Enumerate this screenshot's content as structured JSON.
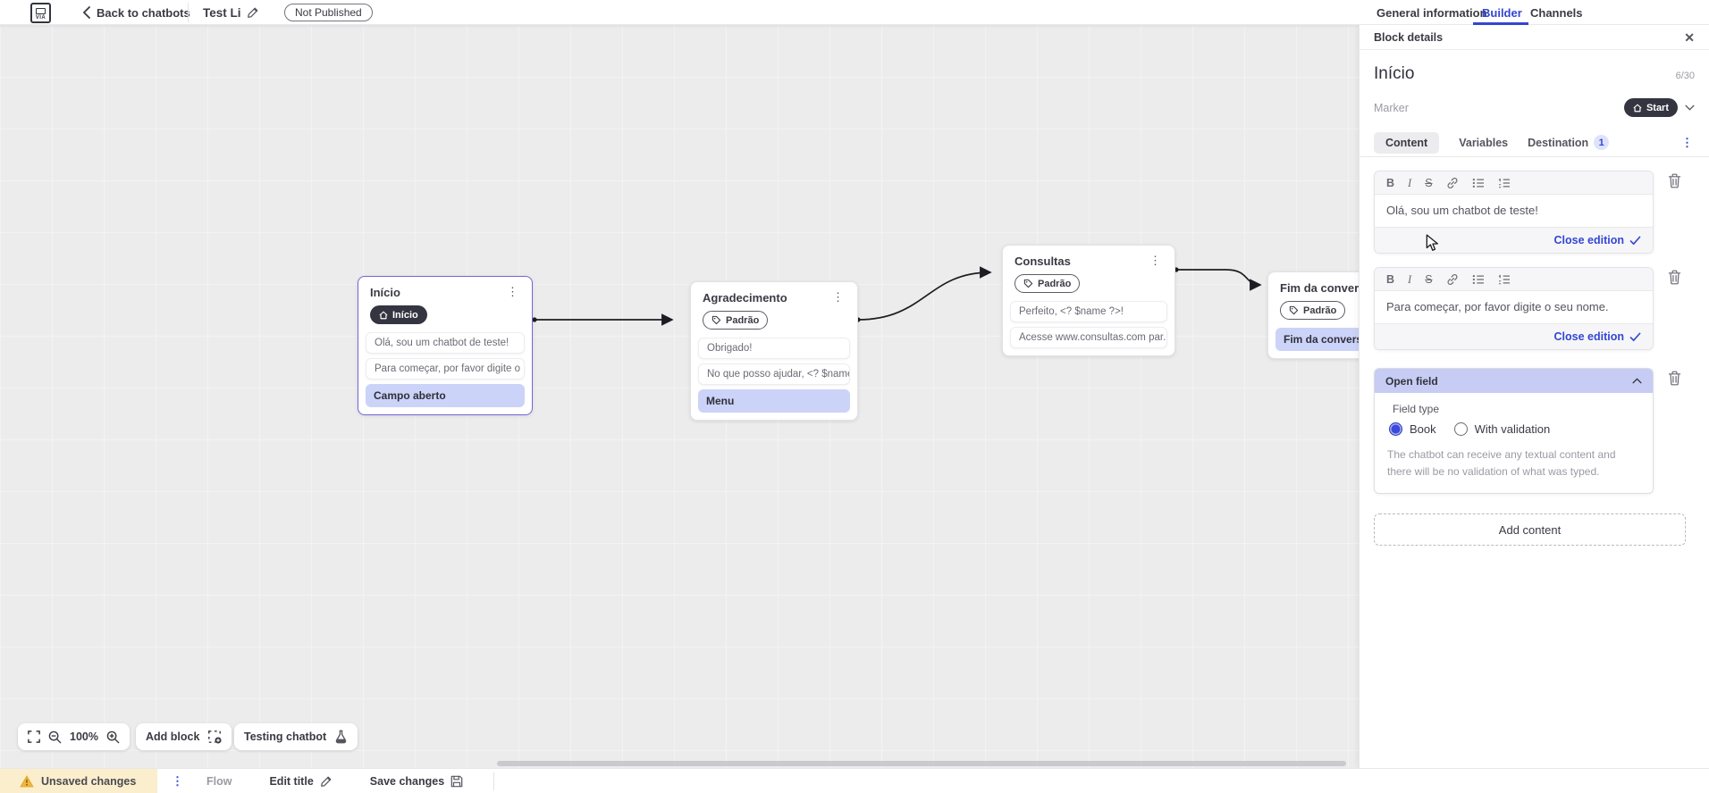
{
  "colors": {
    "accent": "#3346d3",
    "dark_badge": "#343541",
    "highlight": "#ccd3f8",
    "selected_border": "#7367d9",
    "warning_bg": "#fbeecd"
  },
  "header": {
    "logo_text": "VIA",
    "back_label": "Back to chatbots",
    "chatbot_title": "Test Li",
    "status_badge": "Not Published",
    "nav_tabs": [
      {
        "label": "General information",
        "active": false
      },
      {
        "label": "Builder",
        "active": true
      },
      {
        "label": "Channels",
        "active": false
      }
    ]
  },
  "canvas": {
    "zoom_level": "100%",
    "add_block_label": "Add block",
    "testing_label": "Testing chatbot",
    "blocks": [
      {
        "title": "Início",
        "badge": "Início",
        "rows": [
          "Olá, sou um chatbot de teste!",
          "Para começar, por favor digite o ...",
          "Campo aberto"
        ]
      },
      {
        "title": "Agradecimento",
        "badge": "Padrão",
        "rows": [
          "Obrigado!",
          "No que posso ajudar, <? $name ...",
          "Menu"
        ]
      },
      {
        "title": "Consultas",
        "badge": "Padrão",
        "rows": [
          "Perfeito, <? $name ?>!",
          "Acesse www.consultas.com par..."
        ]
      },
      {
        "title": "Fim da conversa",
        "badge": "Padrão",
        "rows": [
          "Fim da conversa"
        ]
      }
    ]
  },
  "panel": {
    "header": "Block details",
    "block_name": "Início",
    "counter": "6/30",
    "marker_label": "Marker",
    "marker_value": "Start",
    "tabs": [
      {
        "label": "Content",
        "active": true
      },
      {
        "label": "Variables",
        "active": false
      },
      {
        "label": "Destination",
        "badge": "1",
        "active": false
      }
    ],
    "editors": [
      {
        "text": "Olá, sou um chatbot de teste!",
        "action": "Close edition"
      },
      {
        "text": "Para começar, por favor digite o seu nome.",
        "action": "Close edition"
      }
    ],
    "open_field": {
      "title": "Open field",
      "field_type_label": "Field type",
      "options": [
        {
          "label": "Book",
          "selected": true
        },
        {
          "label": "With validation",
          "selected": false
        }
      ],
      "description": "The chatbot can receive any textual content and there will be no validation of what was typed."
    },
    "add_content_label": "Add content"
  },
  "footer": {
    "unsaved": "Unsaved changes",
    "flow": "Flow",
    "edit_title": "Edit title",
    "save": "Save changes"
  }
}
